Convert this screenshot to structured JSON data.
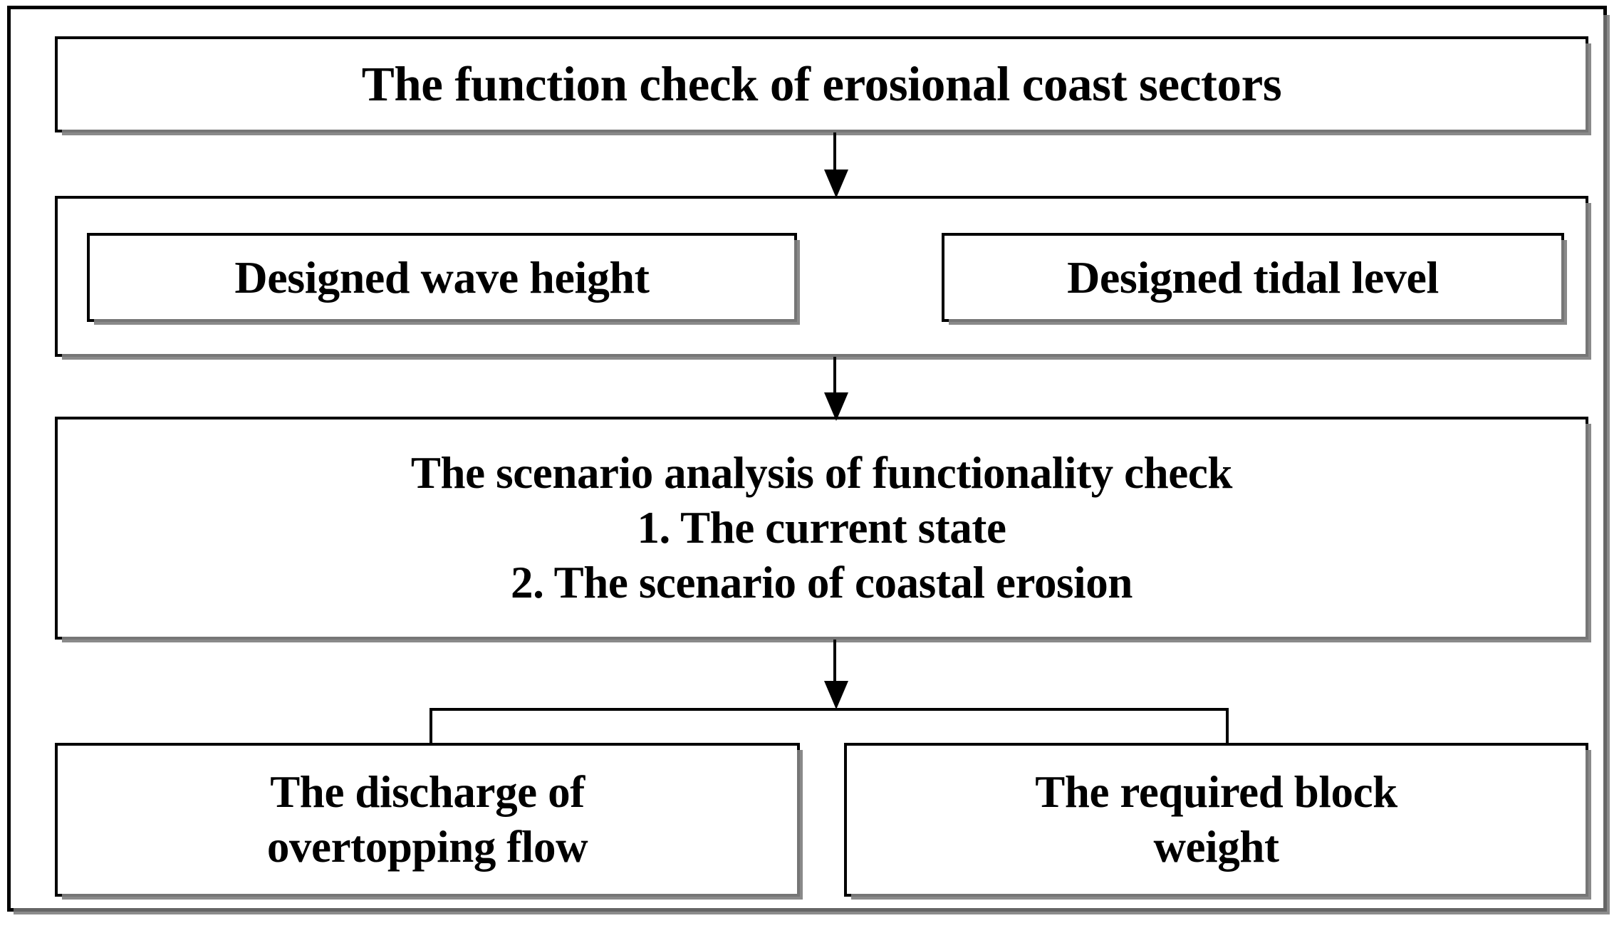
{
  "diagram": {
    "title": "The function check of erosional coast sectors flowchart",
    "colors": {
      "line": "#000000",
      "box_border": "#000000",
      "box_fill": "#ffffff",
      "shadow": "#808080",
      "text": "#000000",
      "background": "#ffffff"
    },
    "nodes": {
      "function_check": "The function check of erosional coast sectors",
      "wave_height": "Designed wave height",
      "tidal_level": "Designed tidal level",
      "scenario_line1": "The scenario analysis of functionality check",
      "scenario_line2": "1. The current state",
      "scenario_line3": "2. The scenario of coastal erosion",
      "overtopping_line1": "The discharge of",
      "overtopping_line2": "overtopping flow",
      "block_weight_line1": "The required block",
      "block_weight_line2": "weight"
    },
    "connectors": [
      {
        "name": "function-check-to-design-group",
        "type": "arrow-down"
      },
      {
        "name": "design-group-to-scenario",
        "type": "arrow-down"
      },
      {
        "name": "scenario-to-outputs",
        "type": "arrow-down-split"
      }
    ],
    "flow": {
      "type": "flowchart",
      "levels": [
        [
          "The function check of erosional coast sectors"
        ],
        [
          "Designed wave height",
          "Designed tidal level"
        ],
        [
          "The scenario analysis of functionality check"
        ],
        [
          "The discharge of overtopping flow",
          "The required block weight"
        ]
      ]
    }
  }
}
